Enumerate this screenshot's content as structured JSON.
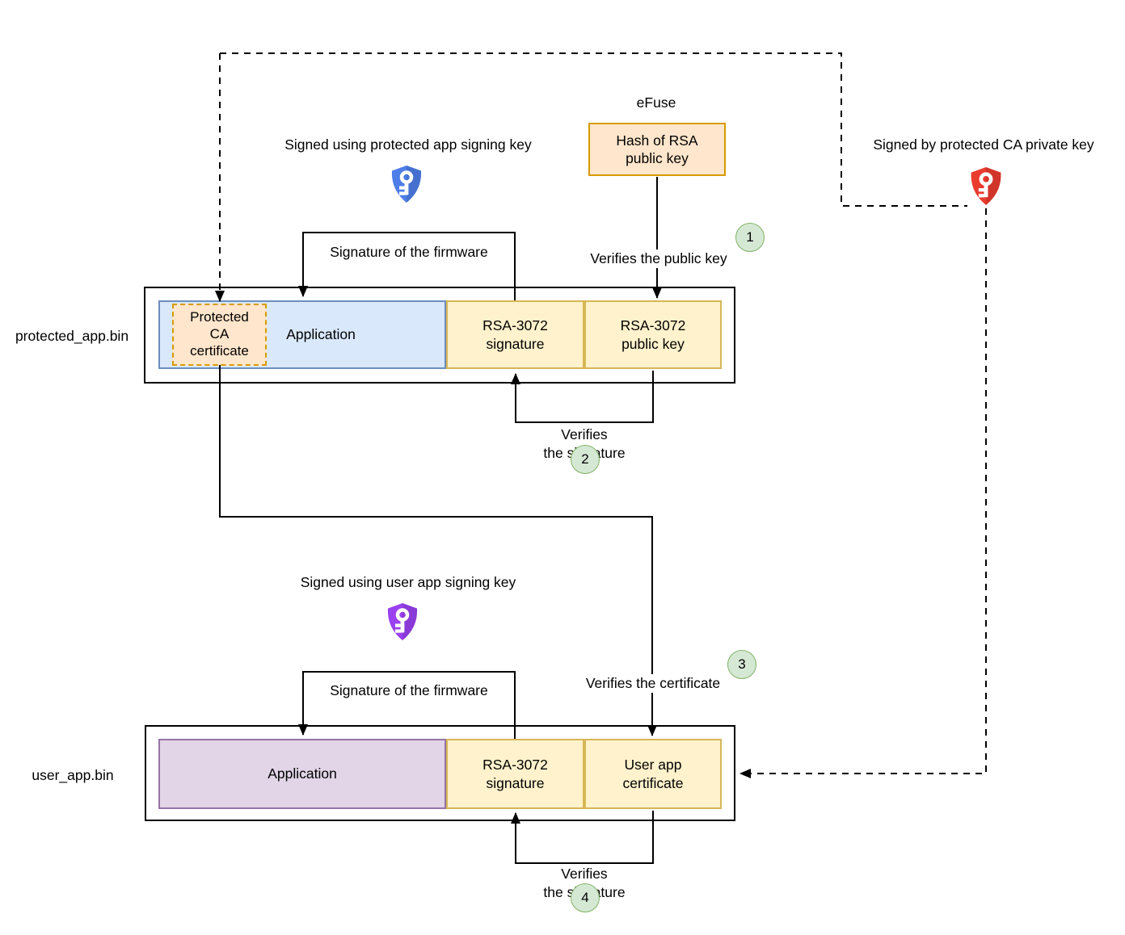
{
  "colors": {
    "box_orange_fill": "#ffe6cc",
    "box_orange_stroke": "#d79b00",
    "box_blue_fill": "#dae8fc",
    "box_blue_stroke": "#6c8ebf",
    "box_yellow_fill": "#fff2cc",
    "box_yellow_stroke": "#d6b656",
    "box_purple_fill": "#e1d5e7",
    "box_purple_stroke": "#9673a6",
    "step_badge_fill": "#d5e8d4",
    "step_badge_stroke": "#82b366",
    "shield_blue": "#4d7de8",
    "shield_red": "#e93c2f",
    "shield_purple": "#9a41f0",
    "line_color": "#000000"
  },
  "efuse": {
    "title": "eFuse",
    "hash_box": "Hash of RSA\npublic key"
  },
  "protected_app": {
    "file_label": "protected_app.bin",
    "ca_certificate": "Protected\nCA\ncertificate",
    "application": "Application",
    "rsa_signature": "RSA-3072\nsignature",
    "rsa_public_key": "RSA-3072\npublic key"
  },
  "user_app": {
    "file_label": "user_app.bin",
    "application": "Application",
    "rsa_signature": "RSA-3072\nsignature",
    "certificate": "User app\ncertificate"
  },
  "annotations": {
    "signed_using_protected_key": "Signed using protected app signing key",
    "signed_by_ca_private_key": "Signed by protected CA private key",
    "signed_using_user_key": "Signed using user app signing key",
    "signature_of_firmware_protected": "Signature of the firmware",
    "signature_of_firmware_user": "Signature of the firmware",
    "verifies_public_key": "Verifies the public key",
    "verifies_signature_protected": "Verifies\nthe signature",
    "verifies_certificate": "Verifies the certificate",
    "verifies_signature_user": "Verifies\nthe signature"
  },
  "steps": {
    "verify_public_key": "1",
    "verify_signature_protected": "2",
    "verify_certificate": "3",
    "verify_signature_user": "4"
  },
  "icons": {
    "protected_app_signing_key": "shield-key-icon-blue",
    "ca_private_key": "shield-key-icon-red",
    "user_app_signing_key": "shield-key-icon-purple"
  }
}
